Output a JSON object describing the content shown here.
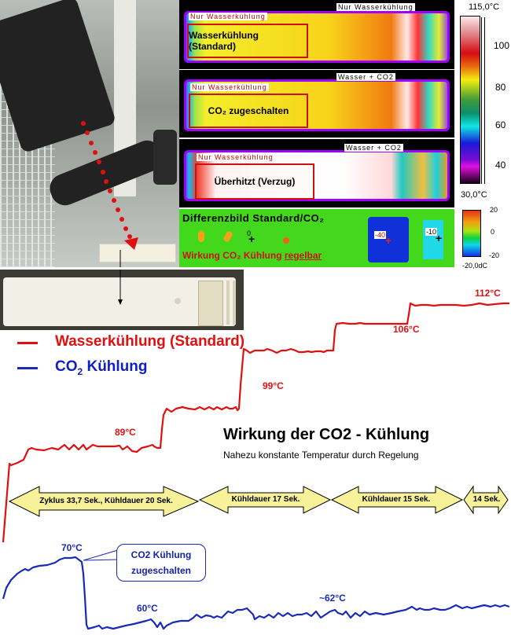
{
  "photo": {
    "description": "Camera on robot arm above white plastic part",
    "marker_color": "#e01010"
  },
  "thermal_panels": [
    {
      "corner_label": "Nur Wasserkühlung",
      "right_label": "Nur Wasserkühlung",
      "box_label": "Wasserkühlung (Standard)"
    },
    {
      "corner_label": "Nur Wasserkühlung",
      "right_label": "Wasser + CO2",
      "box_label": "CO₂ zugeschalten"
    },
    {
      "corner_label": "Nur Wasserkühlung",
      "right_label": "Wasser + CO2",
      "box_label": "Überhitzt (Verzug)"
    }
  ],
  "diff_panel": {
    "title": "Differenzbild Standard/CO₂",
    "subtitle": "Wirkung CO₂ Kühlung ",
    "subtitle_underlined": "regelbar",
    "marker_0": "0",
    "marker_40": "-40",
    "marker_10": "-10"
  },
  "color_scale": {
    "max_label": "115,0°C",
    "min_label": "30,0°C",
    "ticks": [
      "100",
      "80",
      "60",
      "40"
    ],
    "diff_max": "20",
    "diff_mid": "0",
    "diff_min": "-20",
    "diff_unit_label": "-20,0dC"
  },
  "legend": {
    "red_label": "Wasserkühlung (Standard)",
    "blue_label_main": "CO",
    "blue_label_sub": "2",
    "blue_label_rest": " Kühlung",
    "red_color": "#e01010",
    "blue_color": "#1020c0"
  },
  "chart_title": "Wirkung der CO2 - Kühlung",
  "chart_subtitle": "Nahezu konstante Temperatur durch Regelung",
  "callout": {
    "line1": "CO2 Kühlung",
    "line2": "zugeschalten"
  },
  "phase_arrows": [
    {
      "label": "Zyklus 33,7 Sek., Kühldauer 20 Sek."
    },
    {
      "label": "Kühldauer 17 Sek."
    },
    {
      "label": "Kühldauer 15 Sek."
    },
    {
      "label": "14 Sek."
    }
  ],
  "annotations": {
    "red": [
      "89°C",
      "99°C",
      "106°C",
      "112°C"
    ],
    "blue": [
      "70°C",
      "60°C",
      "~62°C"
    ]
  },
  "chart_data": {
    "type": "line",
    "title": "Wirkung der CO2 - Kühlung",
    "subtitle": "Nahezu konstante Temperatur durch Regelung",
    "xlabel": "",
    "ylabel": "",
    "grid": false,
    "legend_position": "top-left",
    "phases": [
      {
        "label": "Zyklus 33,7 Sek., Kühldauer 20 Sek.",
        "x_range": [
          0,
          255
        ]
      },
      {
        "label": "Kühldauer 17 Sek.",
        "x_range": [
          255,
          420
        ]
      },
      {
        "label": "Kühldauer 15 Sek.",
        "x_range": [
          420,
          585
        ]
      },
      {
        "label": "14 Sek.",
        "x_range": [
          585,
          650
        ]
      }
    ],
    "series": [
      {
        "name": "Wasserkühlung (Standard)",
        "color": "#e01010",
        "plateaus_degC": [
          89,
          99,
          106,
          112
        ],
        "annotations": [
          "89°C",
          "99°C",
          "106°C",
          "112°C"
        ]
      },
      {
        "name": "CO2 Kühlung",
        "color": "#1020c0",
        "plateaus_degC": [
          70,
          60,
          62
        ],
        "annotations": [
          "70°C",
          "60°C",
          "~62°C"
        ],
        "event": "CO2 Kühlung zugeschalten"
      }
    ]
  }
}
